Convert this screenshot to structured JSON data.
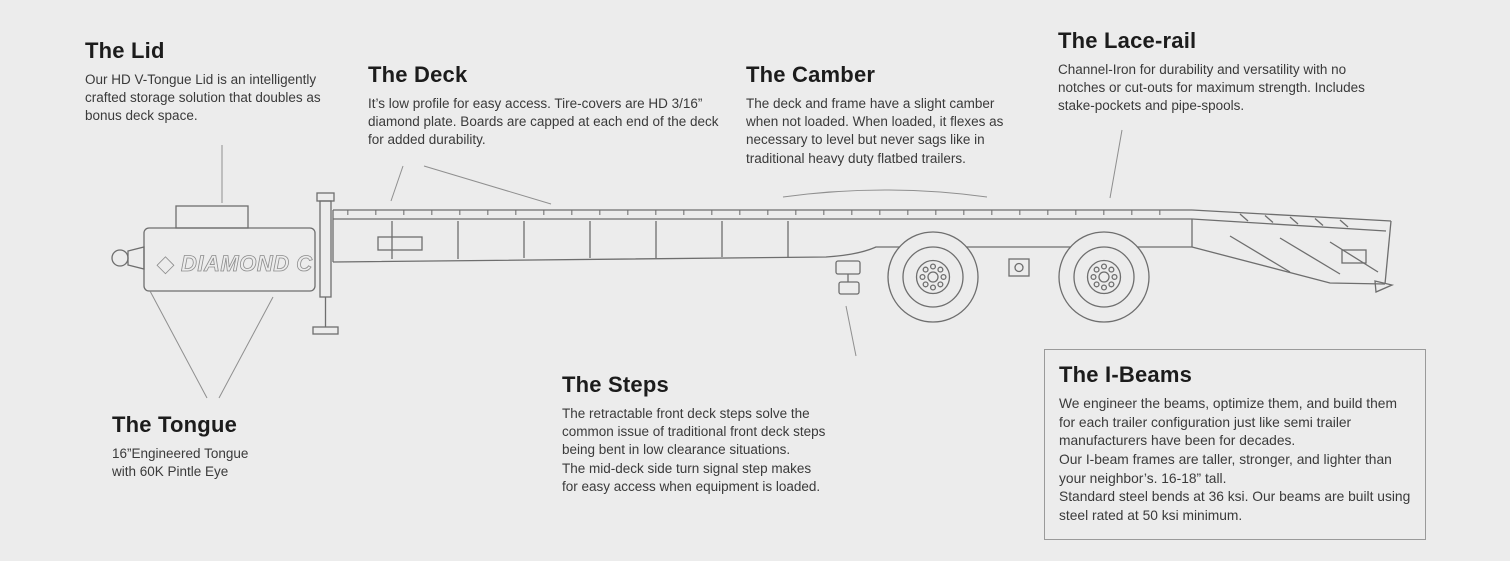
{
  "colors": {
    "background": "#ececec",
    "line_art": "#6e6e6e",
    "leader_lines": "#8f8f8f",
    "heading_text": "#1c1c1c",
    "body_text": "#3a3a3a"
  },
  "trailer": {
    "logo": "◆ DIAMOND C"
  },
  "callouts": {
    "lid": {
      "title": "The Lid",
      "body": "Our HD V-Tongue Lid is an intelligently crafted storage solution that doubles as bonus deck space."
    },
    "deck": {
      "title": "The Deck",
      "body": "It’s low profile for easy access.  Tire-covers are HD 3/16” diamond plate. Boards are capped at each end of the deck for added durability."
    },
    "camber": {
      "title": "The Camber",
      "body": "The deck and frame have a slight camber when not loaded.  When loaded, it flexes as necessary to level but never sags like in traditional heavy duty flatbed trailers."
    },
    "lace_rail": {
      "title": "The Lace-rail",
      "body": "Channel-Iron for durability and versatility with no notches or cut-outs for maximum strength. Includes stake-pockets and pipe-spools."
    },
    "tongue": {
      "title": "The Tongue",
      "body": "16”Engineered Tongue\nwith 60K Pintle Eye"
    },
    "steps": {
      "title": "The Steps",
      "body": "The retractable front deck steps solve the\ncommon issue of traditional front deck steps\nbeing bent in low clearance situations.\nThe mid-deck side turn signal step makes\nfor easy access when equipment is loaded."
    },
    "i_beams": {
      "title": "The I-Beams",
      "body": "We engineer the beams, optimize them, and build them for each trailer configuration just like semi trailer manufacturers have been for decades.\nOur I-beam frames are taller, stronger, and lighter than your neighbor’s. 16-18” tall.\nStandard steel bends at 36 ksi. Our beams are built using steel rated at 50 ksi minimum."
    }
  }
}
